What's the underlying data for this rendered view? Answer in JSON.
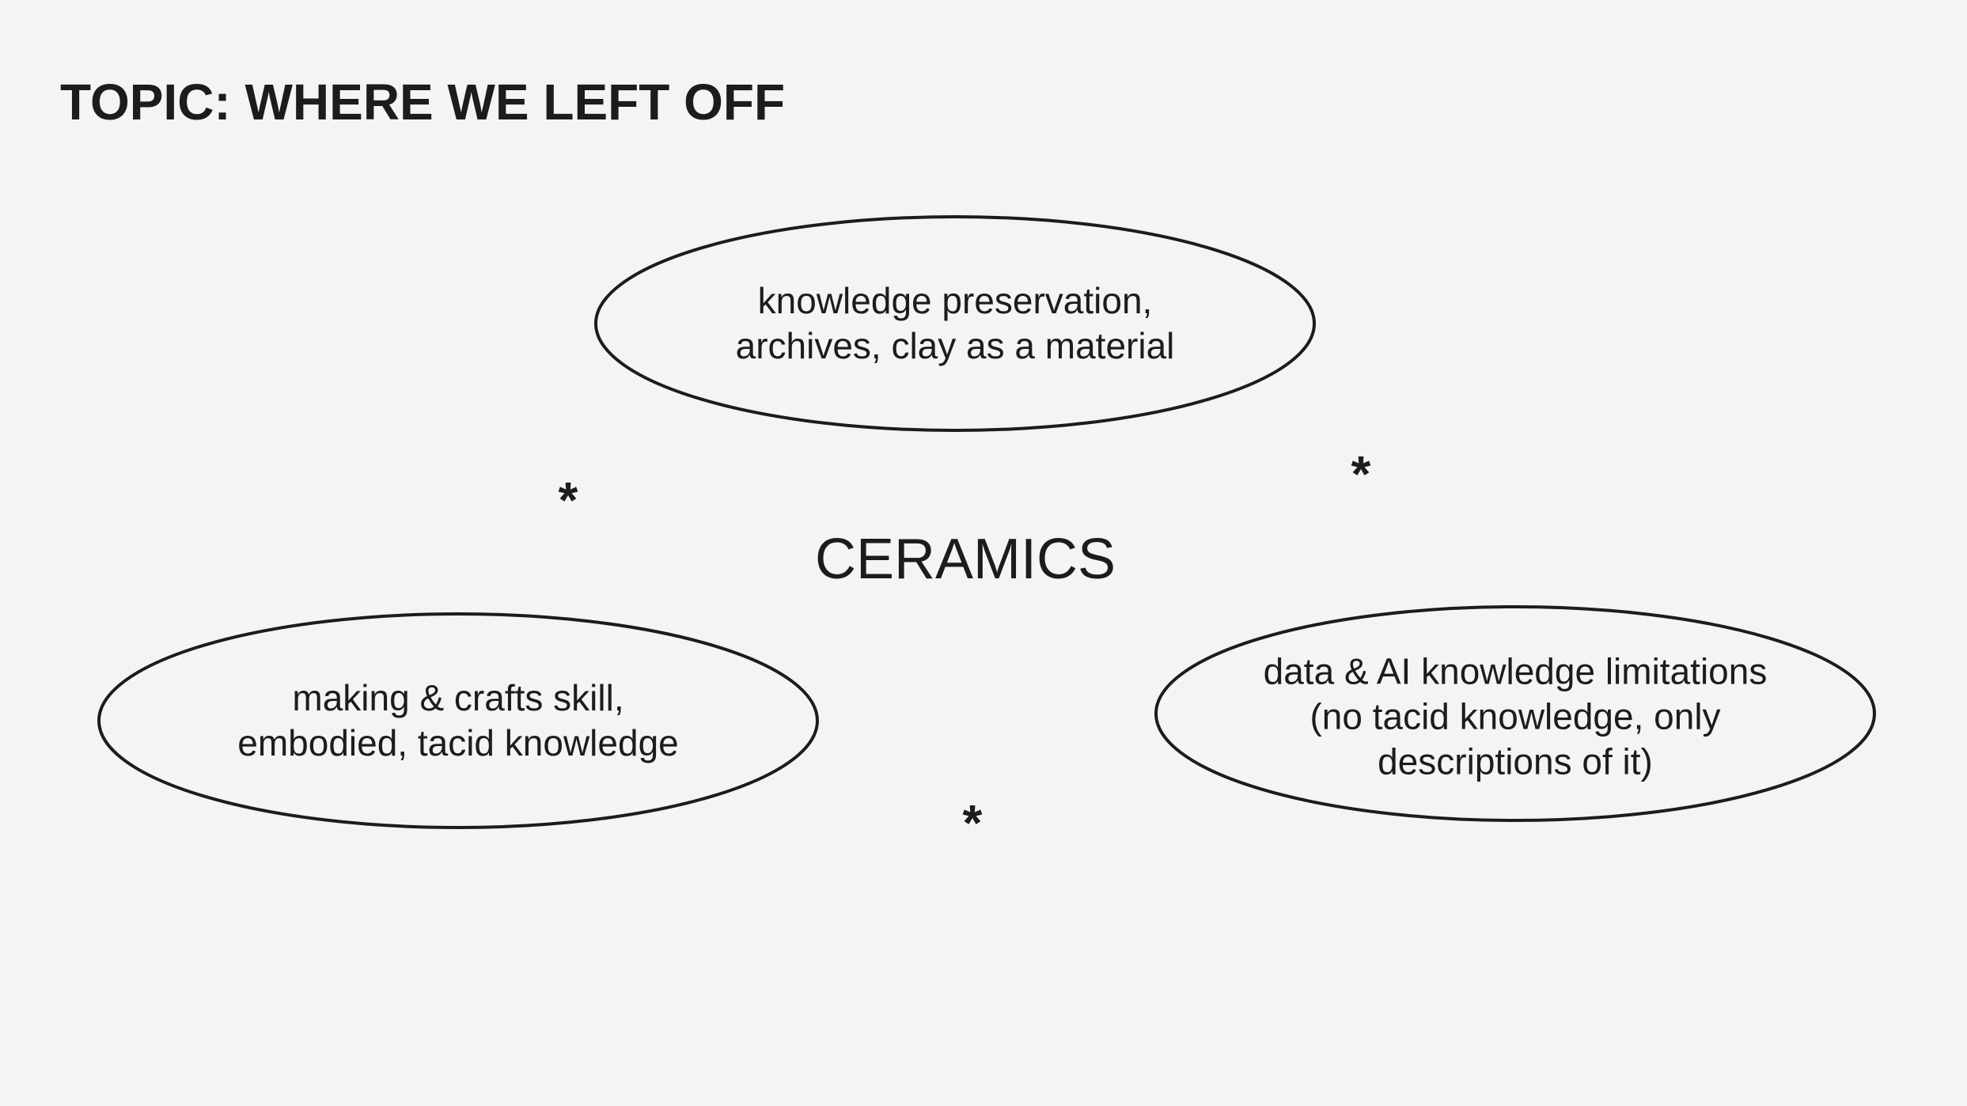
{
  "title": "TOPIC: WHERE WE LEFT OFF",
  "center": "CERAMICS",
  "nodes": [
    {
      "lines": [
        "knowledge preservation,",
        "archives, clay as a material"
      ]
    },
    {
      "lines": [
        "making & crafts skill,",
        "embodied, tacid knowledge"
      ]
    },
    {
      "lines": [
        "data & AI knowledge limitations",
        "(no tacid knowledge, only",
        "descriptions of it)"
      ]
    }
  ],
  "marker": "*"
}
